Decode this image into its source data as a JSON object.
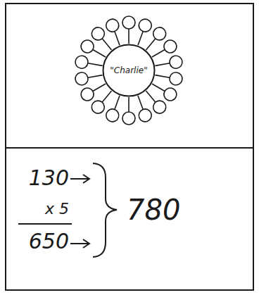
{
  "diagram": {
    "nodes": [
      {
        "text": [
          "\"Charlie\""
        ]
      }
    ],
    "labels": [
      "130",
      "x 5",
      "650",
      "780"
    ]
  }
}
